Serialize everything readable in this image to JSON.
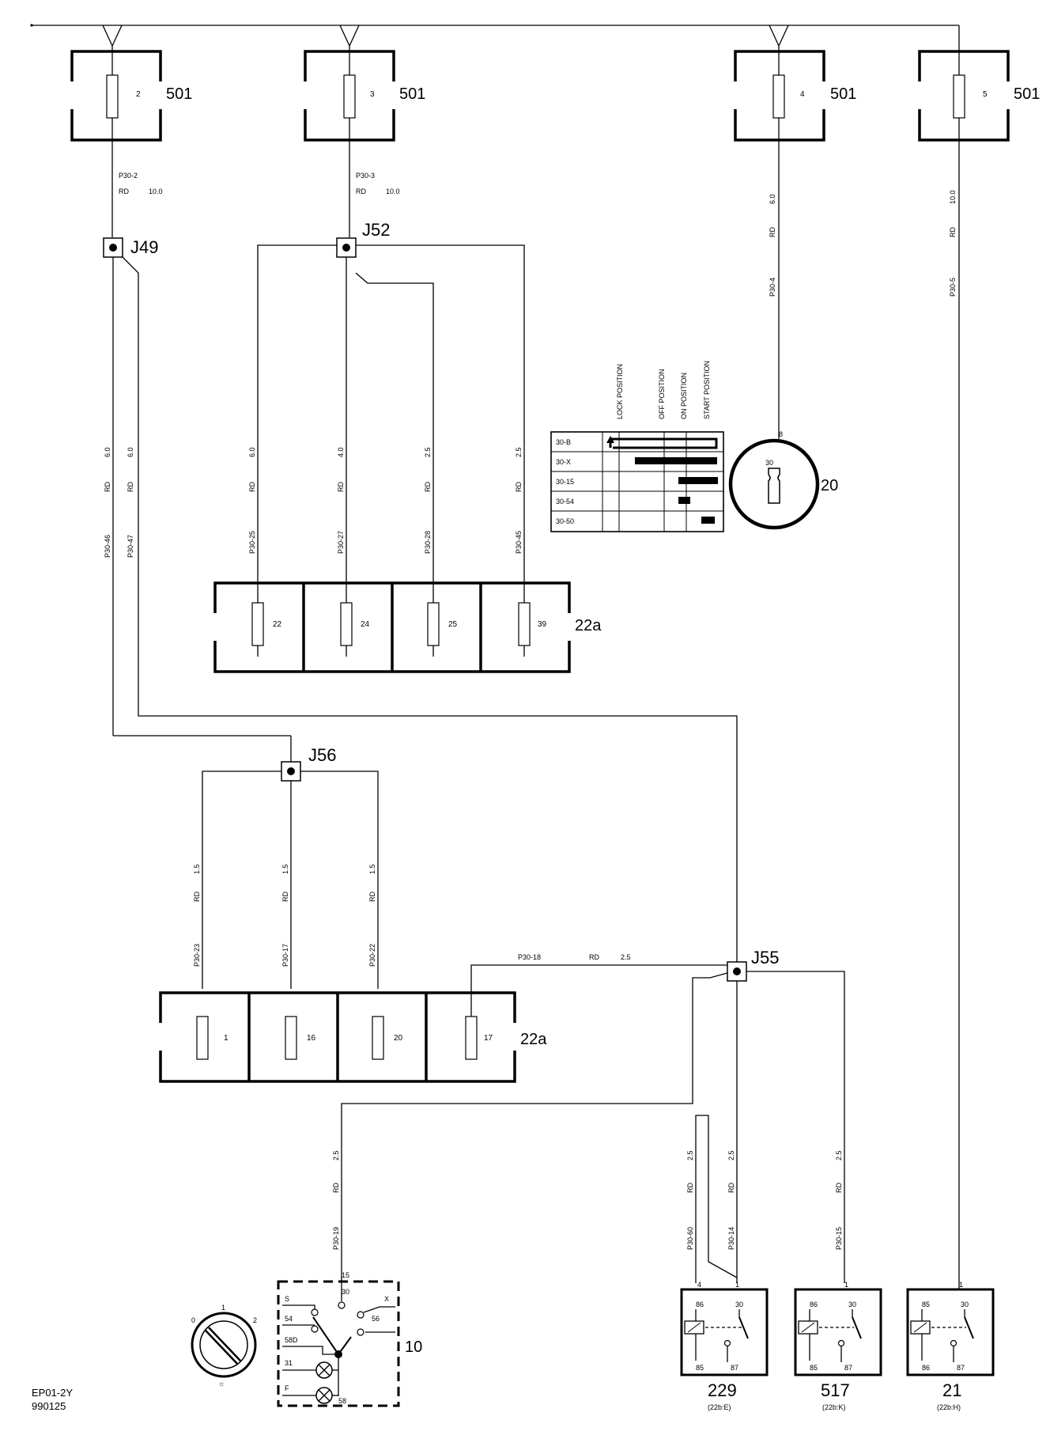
{
  "fuseboxes_501": [
    {
      "fuse": "2",
      "label": "501",
      "wire_id": "P30-2",
      "color": "RD",
      "size": "10.0"
    },
    {
      "fuse": "3",
      "label": "501",
      "wire_id": "P30-3",
      "color": "RD",
      "size": "10.0"
    },
    {
      "fuse": "4",
      "label": "501",
      "wire_id": "P30-4",
      "color": "RD",
      "size": "6.0"
    },
    {
      "fuse": "5",
      "label": "501",
      "wire_id": "P30-5",
      "color": "RD",
      "size": "10.0"
    }
  ],
  "splices": {
    "j49": "J49",
    "j52": "J52",
    "j56": "J56",
    "j55": "J55"
  },
  "j49_branches": [
    {
      "wire_id": "P30-46",
      "color": "RD",
      "size": "6.0"
    },
    {
      "wire_id": "P30-47",
      "color": "RD",
      "size": "6.0"
    }
  ],
  "j52_branches": [
    {
      "wire_id": "P30-25",
      "color": "RD",
      "size": "6.0"
    },
    {
      "wire_id": "P30-27",
      "color": "RD",
      "size": "4.0"
    },
    {
      "wire_id": "P30-28",
      "color": "RD",
      "size": "2.5"
    },
    {
      "wire_id": "P30-45",
      "color": "RD",
      "size": "2.5"
    }
  ],
  "fusebox_upper": {
    "label": "22a",
    "fuses": [
      "22",
      "24",
      "25",
      "39"
    ]
  },
  "j56_branches": [
    {
      "wire_id": "P30-23",
      "color": "RD",
      "size": "1.5"
    },
    {
      "wire_id": "P30-17",
      "color": "RD",
      "size": "1.5"
    },
    {
      "wire_id": "P30-22",
      "color": "RD",
      "size": "1.5"
    }
  ],
  "fusebox_lower": {
    "label": "22a",
    "fuses": [
      "1",
      "16",
      "20",
      "17"
    ]
  },
  "wire_p30_18": {
    "wire_id": "P30-18",
    "color": "RD",
    "size": "2.5"
  },
  "wire_p30_19": {
    "wire_id": "P30-19",
    "color": "RD",
    "size": "2.5"
  },
  "relay_wires": [
    {
      "wire_id": "P30-60",
      "color": "RD",
      "size": "2.5"
    },
    {
      "wire_id": "P30-14",
      "color": "RD",
      "size": "2.5"
    },
    {
      "wire_id": "P30-15",
      "color": "RD",
      "size": "2.5"
    }
  ],
  "ignition": {
    "label": "20",
    "pin_top": "8",
    "pin_inner": "30",
    "positions": [
      "LOCK POSITION",
      "OFF POSITION",
      "ON POSITION",
      "START POSITION"
    ],
    "rows": [
      "30-B",
      "30-X",
      "30-15",
      "30-54",
      "30-50"
    ]
  },
  "light_switch": {
    "label": "10",
    "pins": {
      "top": "15",
      "p30": "30",
      "s": "S",
      "x": "X",
      "p54": "54",
      "p56": "56",
      "p58d": "58D",
      "p31": "31",
      "f": "F",
      "p58": "58"
    },
    "knob_positions": [
      "0",
      "1",
      "2"
    ]
  },
  "relays": [
    {
      "label": "229",
      "location": "(22b:E)",
      "pin_top_left": "4",
      "pin_top_right": "1",
      "p86": "86",
      "p30": "30",
      "p85": "85",
      "p87": "87"
    },
    {
      "label": "517",
      "location": "(22b:K)",
      "pin_top_left": "",
      "pin_top_right": "1",
      "p86": "86",
      "p30": "30",
      "p85": "85",
      "p87": "87"
    },
    {
      "label": "21",
      "location": "(22b:H)",
      "pin_top_left": "",
      "pin_top_right": "1",
      "p86": "85",
      "p30": "30",
      "p85": "86",
      "p87": "87"
    }
  ],
  "footer": {
    "code": "EP01-2Y",
    "date": "990125"
  }
}
